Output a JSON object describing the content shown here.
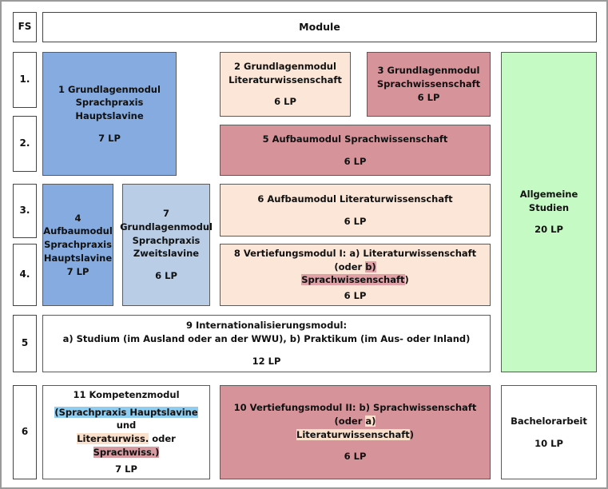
{
  "diagram": {
    "title_header": "Module",
    "semester_header": "FS",
    "semesters": [
      "1.",
      "2.",
      "3.",
      "4.",
      "5",
      "6"
    ],
    "colors": {
      "blue": "#85abe0",
      "light_blue": "#b9cee6",
      "peach": "#fbe6d8",
      "rose": "#d7939a",
      "green": "#c6fac4",
      "white": "#ffffff",
      "border": "#5a5a5a",
      "frame": "#9a9a9a",
      "highlight_blue": "#8ecdf0",
      "highlight_peach": "#fbe0cb",
      "highlight_rose": "#dfa0a6"
    },
    "modules": {
      "m1": {
        "line1": "1 Grundlagenmodul Sprachpraxis",
        "line2": "Hauptslavine",
        "credits": "7 LP"
      },
      "m2": {
        "line1": "2 Grundlagenmodul",
        "line2": "Literaturwissenschaft",
        "credits": "6 LP"
      },
      "m3": {
        "line1": "3 Grundlagenmodul",
        "line2": "Sprachwissenschaft",
        "credits": "6 LP"
      },
      "m5": {
        "line1": "5 Aufbaumodul Sprachwissenschaft",
        "credits": "6 LP"
      },
      "m4": {
        "line1": "4 Aufbaumodul",
        "line2": "Sprachpraxis",
        "line3": "Hauptslavine",
        "credits": "7 LP"
      },
      "m7": {
        "line1": "7",
        "line2": "Grundlagenmodul",
        "line3": "Sprachpraxis",
        "line4": "Zweitslavine",
        "credits": "6 LP"
      },
      "m6": {
        "line1": "6 Aufbaumodul Literaturwissenschaft",
        "credits": "6 LP"
      },
      "m8": {
        "part1": "8 Vertiefungsmodul I: a) Literaturwissenschaft (oder ",
        "part2": "b)",
        "part3": "Sprachwissenschaft",
        "part4": ")",
        "credits": "6 LP"
      },
      "m9": {
        "line1": "9 Internationalisierungsmodul:",
        "line2": "a) Studium (im Ausland oder an der WWU), b) Praktikum (im Aus- oder Inland)",
        "credits": "12 LP"
      },
      "m11": {
        "line1": "11 Kompetenzmodul",
        "part1": "(Sprachpraxis Hauptslavine",
        "part2": " und ",
        "part3": "Literaturwiss.",
        "part4": " oder ",
        "part5": "Sprachwiss.)",
        "credits": "7 LP"
      },
      "m10": {
        "part1": "10 Vertiefungsmodul II: b) Sprachwissenschaft (oder ",
        "part2": "a)",
        "part3": "Literaturwissenschaft",
        "part4": ")",
        "credits": "6 LP"
      },
      "allgemeine": {
        "line1": "Allgemeine Studien",
        "credits": "20 LP"
      },
      "bachelor": {
        "line1": "Bachelorarbeit",
        "credits": "10 LP"
      }
    }
  }
}
